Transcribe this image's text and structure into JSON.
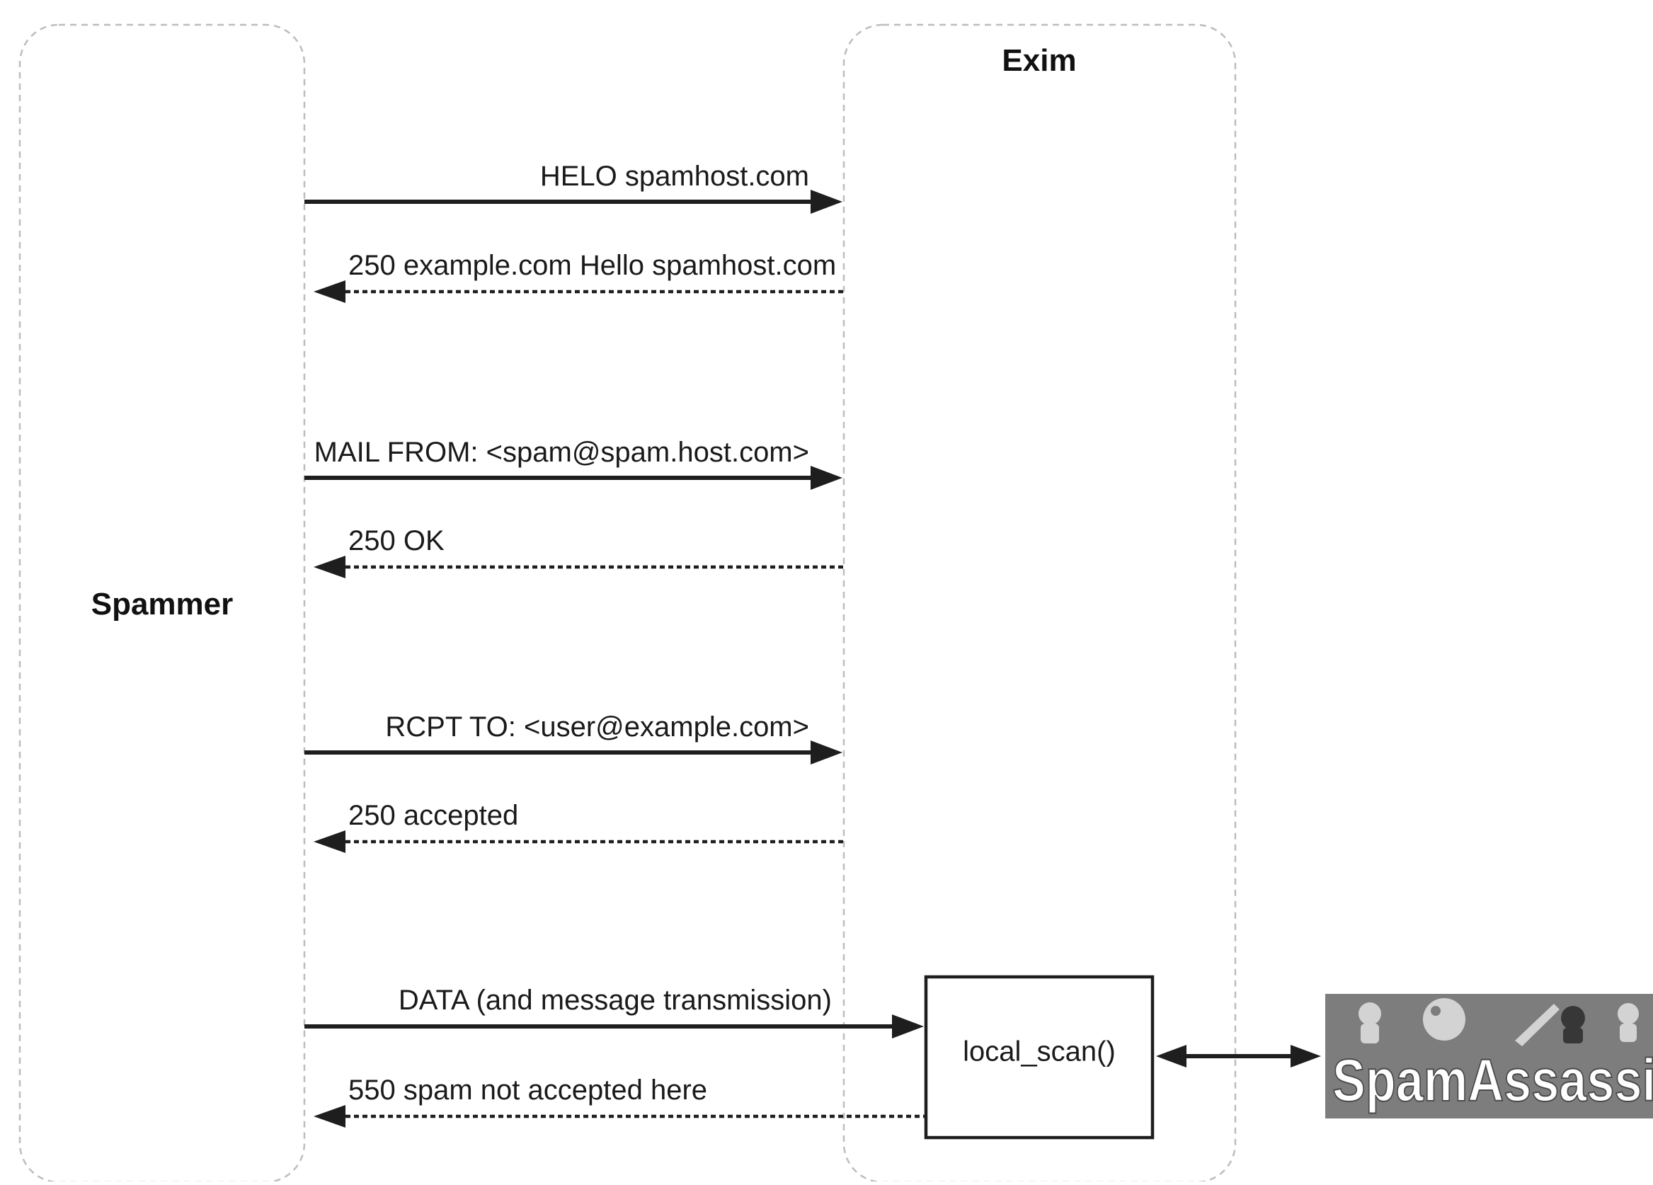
{
  "diagram": {
    "lanes": {
      "spammer": "Spammer",
      "exim": "Exim"
    },
    "messages": [
      {
        "direction": "request",
        "text": "HELO spamhost.com"
      },
      {
        "direction": "response",
        "text": "250 example.com Hello spamhost.com"
      },
      {
        "direction": "request",
        "text": "MAIL FROM: <spam@spam.host.com>"
      },
      {
        "direction": "response",
        "text": "250 OK"
      },
      {
        "direction": "request",
        "text": "RCPT TO: <user@example.com>"
      },
      {
        "direction": "response",
        "text": "250 accepted"
      },
      {
        "direction": "request",
        "text": "DATA (and message transmission)"
      },
      {
        "direction": "response",
        "text": "550 spam not accepted here"
      }
    ],
    "process_box": "local_scan()",
    "logo": {
      "text": "SpamAssassin",
      "background": "#7d7d7d",
      "text_color": "#ffffff"
    }
  }
}
